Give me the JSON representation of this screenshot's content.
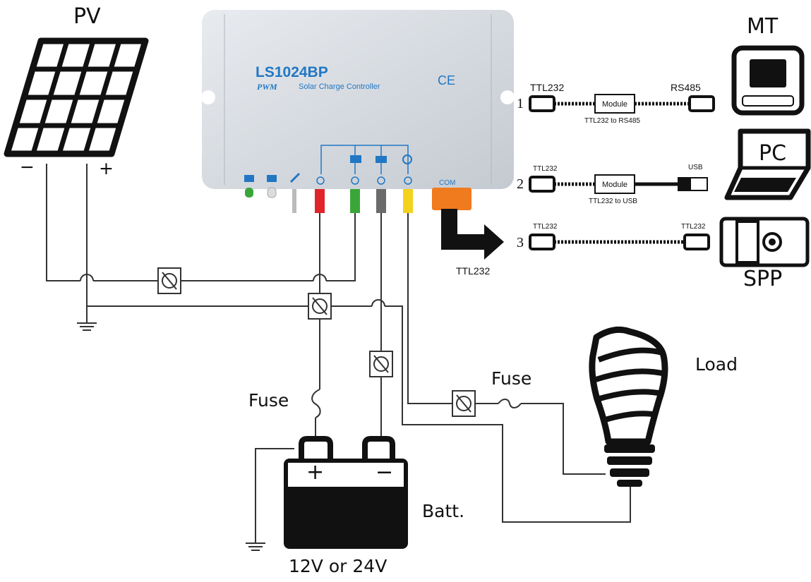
{
  "labels": {
    "pv": "PV",
    "pv_minus": "−",
    "pv_plus": "+",
    "fuse_battery": "Fuse",
    "fuse_load": "Fuse",
    "load": "Load",
    "battery": "Batt.",
    "battery_voltage": "12V or 24V",
    "battery_plus": "+",
    "battery_minus": "−",
    "ttl232_main": "TTL232",
    "mt": "MT",
    "pc": "PC",
    "spp": "SPP"
  },
  "controller": {
    "model": "LS1024BP",
    "subtitle_pwm": "PWM",
    "subtitle": "Solar Charge Controller",
    "ce_mark": "CE",
    "com_label": "COM"
  },
  "connections": [
    {
      "index": "1",
      "left": "TTL232",
      "right": "RS485",
      "module": "Module",
      "caption": "TTL232 to RS485"
    },
    {
      "index": "2",
      "left": "TTL232",
      "right": "USB",
      "module": "Module",
      "caption": "TTL232 to USB"
    },
    {
      "index": "3",
      "left": "TTL232",
      "right": "TTL232",
      "module": "",
      "caption": ""
    }
  ],
  "colors": {
    "controller_body": "#d9dde2",
    "brand_blue": "#2277c4",
    "terminal_red": "#e0242a",
    "terminal_green": "#3aa63a",
    "terminal_gray": "#6b6b6b",
    "terminal_yellow": "#f2d21c",
    "com_orange": "#f07a1e",
    "line": "#333333"
  }
}
